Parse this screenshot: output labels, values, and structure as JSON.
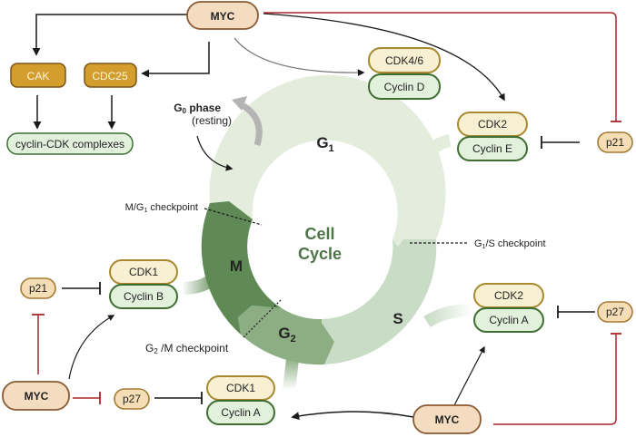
{
  "diagram": {
    "title_center": [
      "Cell",
      "Cycle"
    ],
    "phases": {
      "g1": {
        "label": "G",
        "sub": "1"
      },
      "s": {
        "label": "S"
      },
      "g2": {
        "label": "G",
        "sub": "2"
      },
      "m": {
        "label": "M"
      }
    },
    "g0": {
      "label_main": "G",
      "label_sub": "0",
      "label_rest": " phase",
      "note": "(resting)"
    },
    "checkpoints": {
      "mg1": {
        "pre": "M/G",
        "sub": "1",
        "post": " checkpoint"
      },
      "g1s": {
        "pre": "G",
        "sub": "1",
        "post": "/S checkpoint"
      },
      "g2m": {
        "pre": "G",
        "sub": "2",
        "post": " /M checkpoint"
      }
    },
    "nodes": {
      "myc_top": "MYC",
      "cak": "CAK",
      "cdc25": "CDC25",
      "cyclin_cdk": "cyclin-CDK complexes",
      "cdk46": "CDK4/6",
      "cyclin_d": "Cyclin D",
      "cdk2_e": "CDK2",
      "cyclin_e": "Cyclin E",
      "p21_right": "p21",
      "cdk1_b": "CDK1",
      "cyclin_b": "Cyclin B",
      "p21_left": "p21",
      "myc_left": "MYC",
      "p27_left": "p27",
      "cdk1_a": "CDK1",
      "cyclin_a_left": "Cyclin A",
      "cdk2_a": "CDK2",
      "cyclin_a_right": "Cyclin A",
      "p27_right": "p27",
      "myc_bottom": "MYC"
    },
    "colors": {
      "myc_fill": "#f3dcbf",
      "myc_stroke": "#8a5a33",
      "gold_fill": "#d39e2d",
      "gold_stroke": "#7a5518",
      "cdk_fill": "#f7f0d2",
      "cdk_stroke": "#a8892f",
      "cyclin_fill": "#e2f1dc",
      "cyclin_stroke": "#3f6e32",
      "p_fill": "#f5deb5",
      "p_stroke": "#a47a33",
      "inhib_red": "#a8262b",
      "g1_color": "#e4ecdc",
      "s_color": "#c9dcc6",
      "g2_color": "#8cae82",
      "m_color": "#5f8a56",
      "center_text": "#4e7448"
    }
  }
}
